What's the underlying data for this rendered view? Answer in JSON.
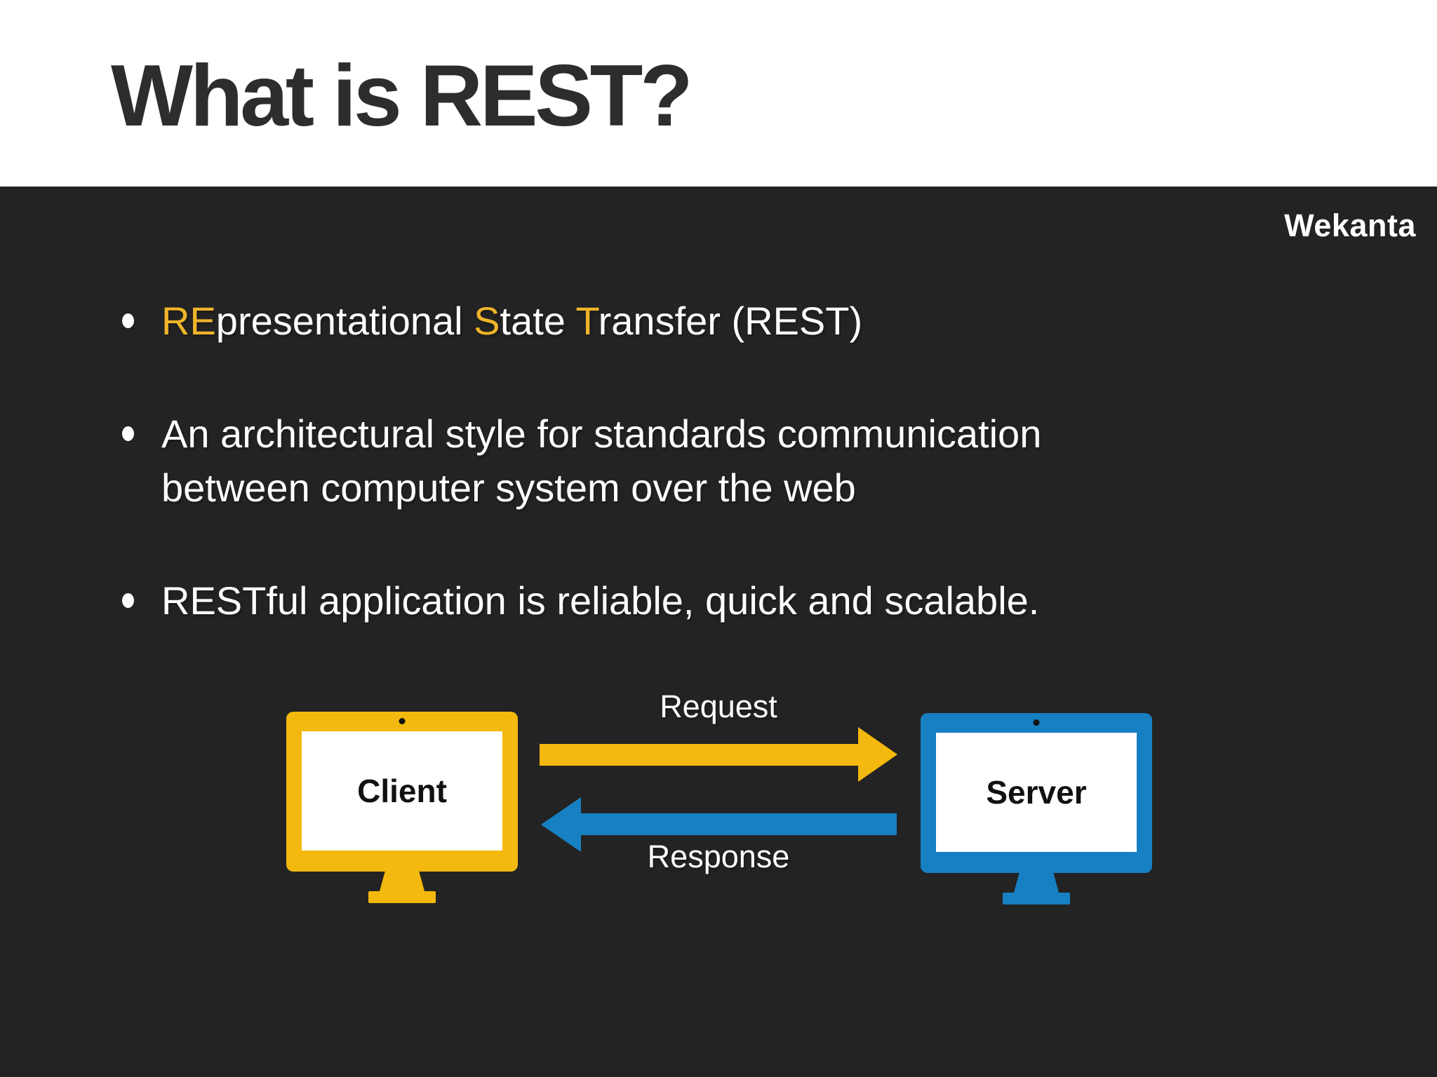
{
  "slide_title": "What is REST?",
  "brand": "Wekanta",
  "bullets": [
    {
      "segments": [
        {
          "text": "RE",
          "highlight": true
        },
        {
          "text": "presentational ",
          "highlight": false
        },
        {
          "text": "S",
          "highlight": true
        },
        {
          "text": "tate ",
          "highlight": false
        },
        {
          "text": "T",
          "highlight": true
        },
        {
          "text": "ransfer (REST)",
          "highlight": false
        }
      ]
    },
    {
      "segments": [
        {
          "text": "An architectural style for standards communication between computer system over the web",
          "highlight": false
        }
      ]
    },
    {
      "segments": [
        {
          "text": "RESTful application is reliable, quick and scalable.",
          "highlight": false
        }
      ]
    }
  ],
  "diagram": {
    "request_label": "Request",
    "response_label": "Response",
    "client_label": "Client",
    "server_label": "Server"
  },
  "colors": {
    "background": "#232323",
    "header_background": "#ffffff",
    "title_text": "#2d2d2d",
    "body_text": "#ffffff",
    "highlight_gold": "#f0b429",
    "shape_gold": "#f4b90e",
    "shape_blue": "#1780c3"
  }
}
